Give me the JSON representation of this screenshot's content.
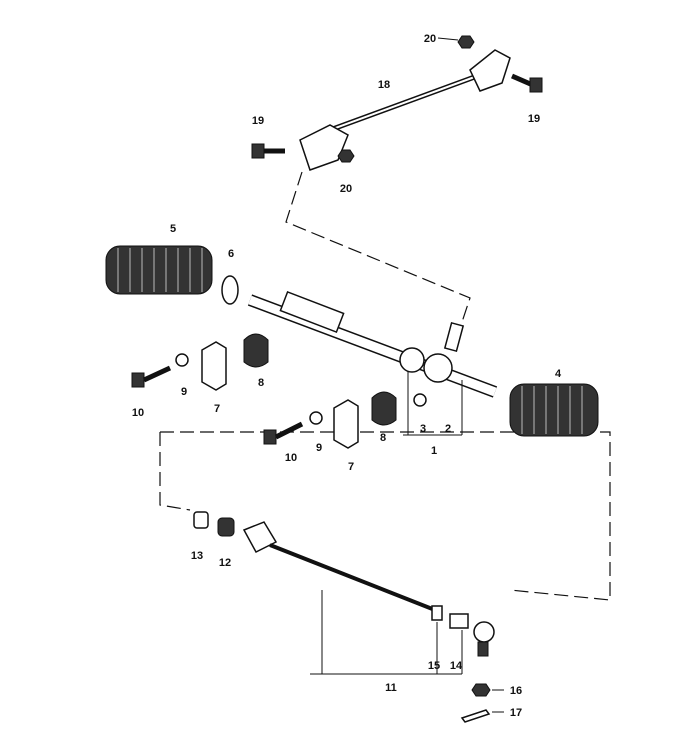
{
  "diagram": {
    "title": "Steering rack exploded view",
    "labels": {
      "p20a": "20",
      "p18": "18",
      "p19a": "19",
      "p19b": "19",
      "p20b": "20",
      "p5": "5",
      "p6": "6",
      "p10a": "10",
      "p9a": "9",
      "p7a": "7",
      "p8a": "8",
      "p8b": "8",
      "p3": "3",
      "p2": "2",
      "p1": "1",
      "p4": "4",
      "p10b": "10",
      "p9b": "9",
      "p7b": "7",
      "p13": "13",
      "p12": "12",
      "p11": "11",
      "p15": "15",
      "p14": "14",
      "p16": "16",
      "p17": "17"
    }
  }
}
